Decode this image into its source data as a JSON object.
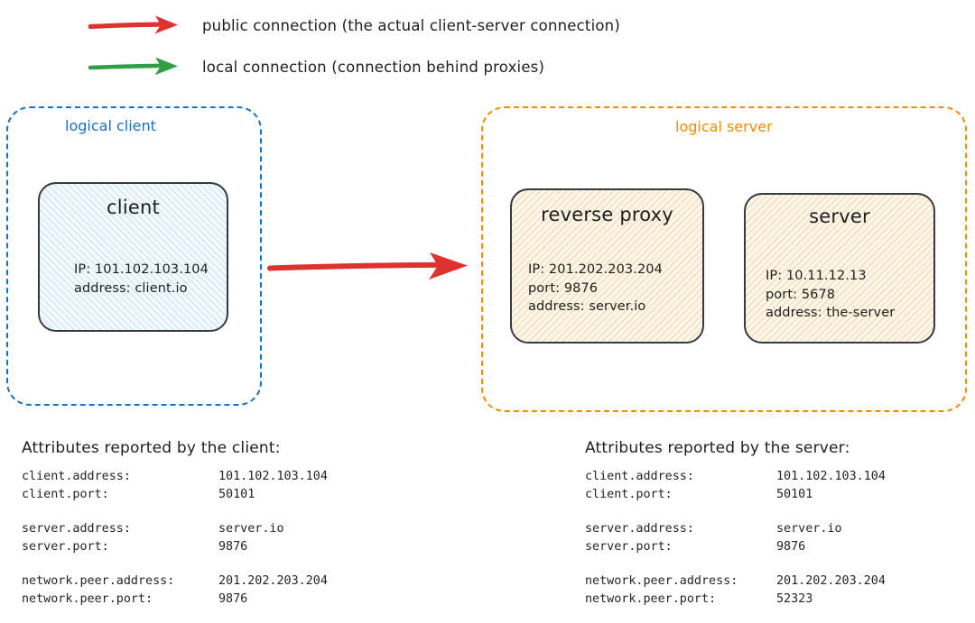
{
  "legend": [
    {
      "arrow_icon": "arrow-right-icon",
      "color": "#e03131",
      "label": "public connection (the actual client-server connection)"
    },
    {
      "arrow_icon": "arrow-right-icon",
      "color": "#2f9e44",
      "label": "local connection (connection behind proxies)"
    }
  ],
  "logical_client": {
    "caption": "logical client",
    "border_color": "#1971c2",
    "node": {
      "title": "client",
      "details": "IP: 101.102.103.104\naddress: client.io"
    }
  },
  "logical_server": {
    "caption": "logical server",
    "border_color": "#f08c00",
    "nodes": [
      {
        "title": "reverse\nproxy",
        "details": "IP: 201.202.203.204\nport: 9876\naddress: server.io"
      },
      {
        "title": "server",
        "details": "IP: 10.11.12.13\nport: 5678\naddress: the-server"
      }
    ]
  },
  "main_connection": {
    "icon": "arrow-right-icon",
    "color": "#e03131"
  },
  "attributes_client": {
    "heading": "Attributes reported by the client:",
    "rows": [
      {
        "key": "client.address:",
        "value": "101.102.103.104"
      },
      {
        "key": "client.port:",
        "value": "50101"
      },
      {
        "key": "server.address:",
        "value": "server.io"
      },
      {
        "key": "server.port:",
        "value": "9876"
      },
      {
        "key": "network.peer.address:",
        "value": "201.202.203.204"
      },
      {
        "key": "network.peer.port:",
        "value": "9876"
      }
    ]
  },
  "attributes_server": {
    "heading": "Attributes reported by the server:",
    "rows": [
      {
        "key": "client.address:",
        "value": "101.102.103.104"
      },
      {
        "key": "client.port:",
        "value": "50101"
      },
      {
        "key": "server.address:",
        "value": "server.io"
      },
      {
        "key": "server.port:",
        "value": "9876"
      },
      {
        "key": "network.peer.address:",
        "value": "201.202.203.204"
      },
      {
        "key": "network.peer.port:",
        "value": "52323"
      }
    ]
  }
}
